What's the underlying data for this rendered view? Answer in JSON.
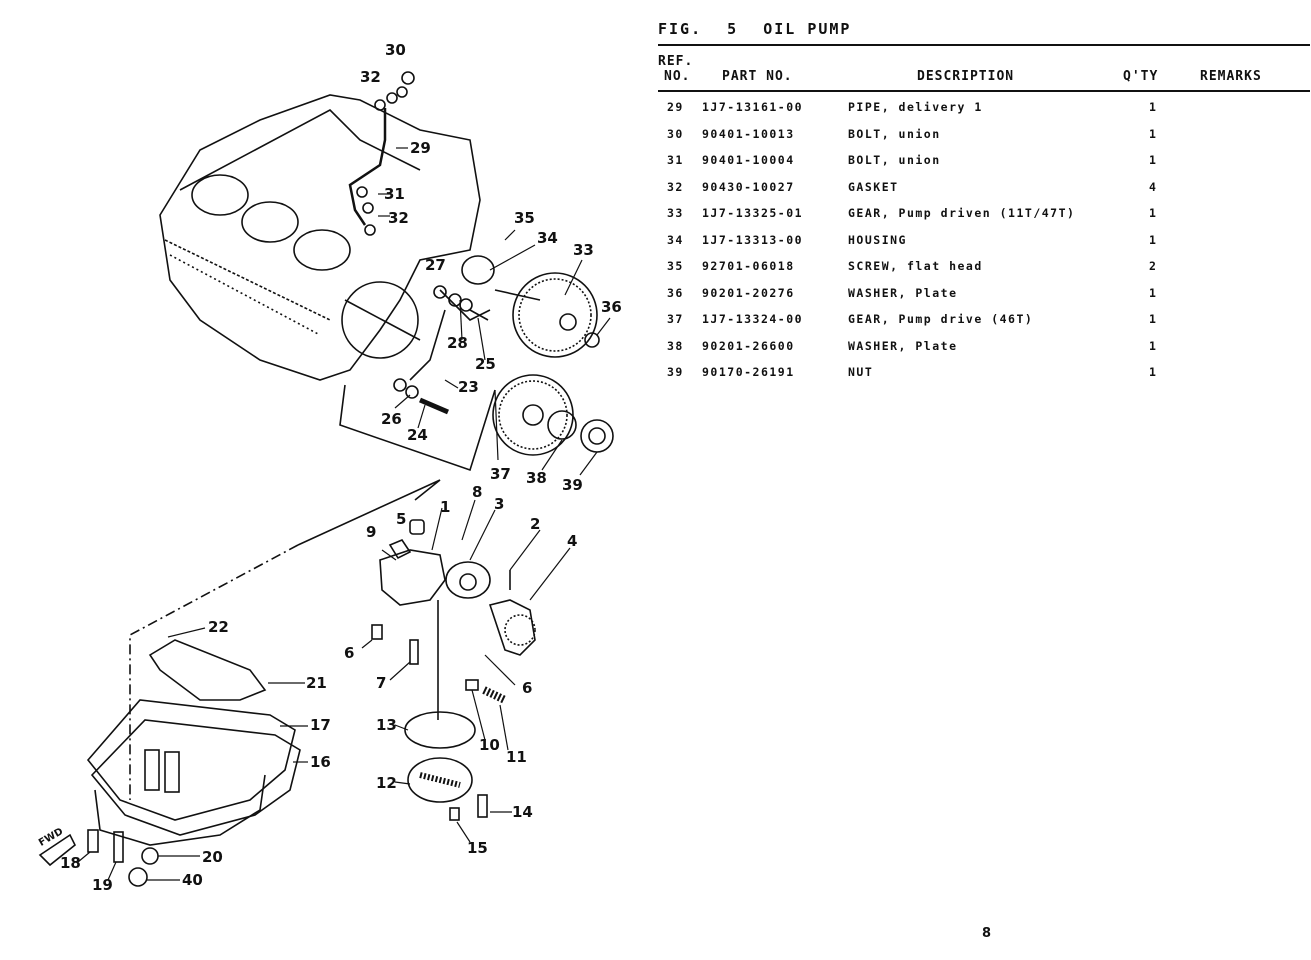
{
  "figure": {
    "label": "FIG.",
    "number": "5",
    "title": "OIL PUMP"
  },
  "table": {
    "headers": {
      "ref_line1": "REF.",
      "ref_line2": "NO.",
      "part_no": "PART NO.",
      "description": "DESCRIPTION",
      "qty": "Q'TY",
      "remarks": "REMARKS"
    },
    "rows": [
      {
        "ref": "29",
        "part_no": "1J7-13161-00",
        "description": "PIPE, delivery 1",
        "qty": "1",
        "remarks": ""
      },
      {
        "ref": "30",
        "part_no": "90401-10013",
        "description": "BOLT, union",
        "qty": "1",
        "remarks": ""
      },
      {
        "ref": "31",
        "part_no": "90401-10004",
        "description": "BOLT, union",
        "qty": "1",
        "remarks": ""
      },
      {
        "ref": "32",
        "part_no": "90430-10027",
        "description": "GASKET",
        "qty": "4",
        "remarks": ""
      },
      {
        "ref": "33",
        "part_no": "1J7-13325-01",
        "description": "GEAR, Pump driven (11T/47T)",
        "qty": "1",
        "remarks": ""
      },
      {
        "ref": "34",
        "part_no": "1J7-13313-00",
        "description": "HOUSING",
        "qty": "1",
        "remarks": ""
      },
      {
        "ref": "35",
        "part_no": "92701-06018",
        "description": "SCREW, flat head",
        "qty": "2",
        "remarks": ""
      },
      {
        "ref": "36",
        "part_no": "90201-20276",
        "description": "WASHER, Plate",
        "qty": "1",
        "remarks": ""
      },
      {
        "ref": "37",
        "part_no": "1J7-13324-00",
        "description": "GEAR, Pump drive (46T)",
        "qty": "1",
        "remarks": ""
      },
      {
        "ref": "38",
        "part_no": "90201-26600",
        "description": "WASHER, Plate",
        "qty": "1",
        "remarks": ""
      },
      {
        "ref": "39",
        "part_no": "90170-26191",
        "description": "NUT",
        "qty": "1",
        "remarks": ""
      }
    ]
  },
  "diagram": {
    "fwd_label": "FWD",
    "callouts": [
      "30",
      "32",
      "29",
      "31",
      "32",
      "35",
      "34",
      "33",
      "27",
      "36",
      "28",
      "25",
      "23",
      "26",
      "24",
      "37",
      "38",
      "39",
      "8",
      "3",
      "1",
      "5",
      "9",
      "2",
      "4",
      "22",
      "6",
      "21",
      "7",
      "6",
      "17",
      "10",
      "11",
      "13",
      "16",
      "12",
      "14",
      "20",
      "15",
      "18",
      "40",
      "19"
    ]
  },
  "page": {
    "number": "8"
  }
}
